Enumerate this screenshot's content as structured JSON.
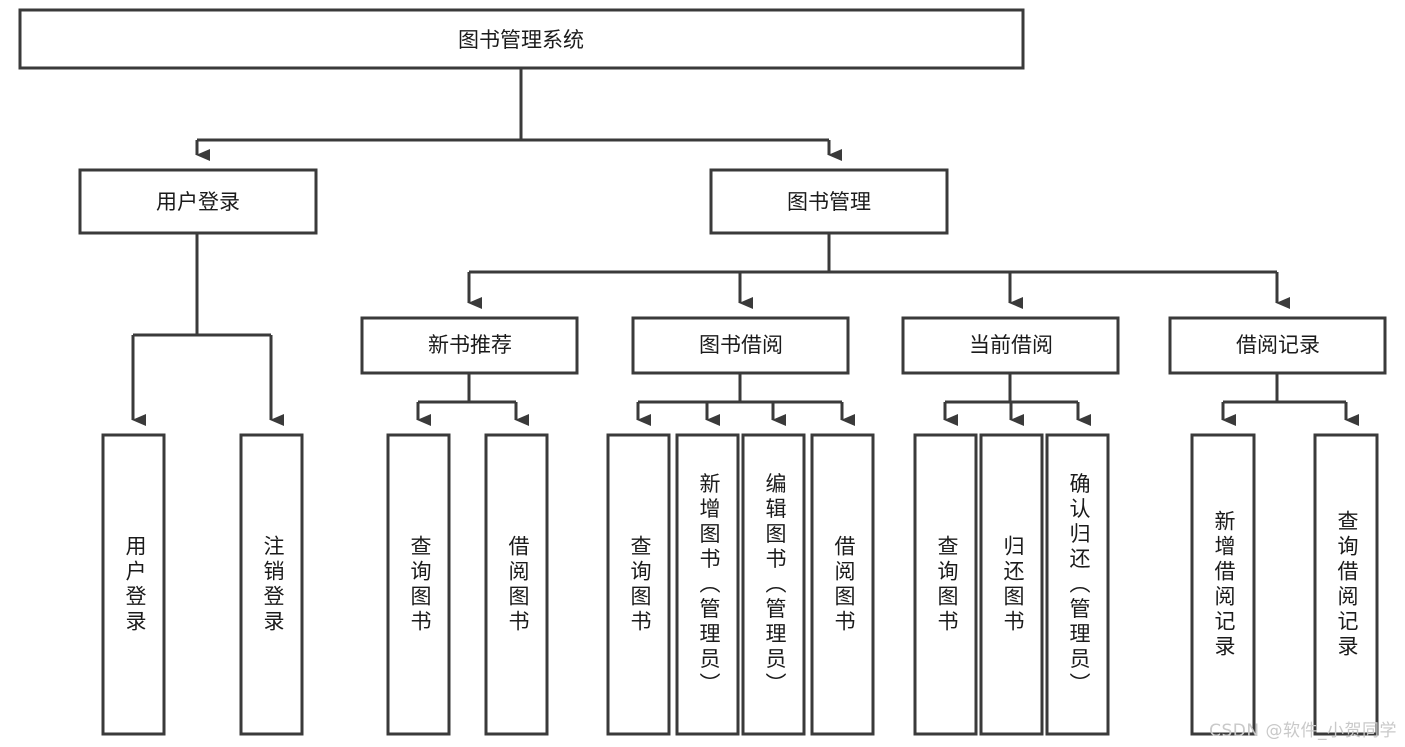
{
  "diagram": {
    "type": "tree",
    "title": "图书管理系统",
    "watermark": "CSDN @软件_小贺同学",
    "colors": {
      "box_stroke": "#3a3a3a",
      "box_fill": "#ffffff",
      "text": "#1b1b1b",
      "connector": "#3a3a3a",
      "watermark": "#c9c9c9",
      "background": "#ffffff"
    },
    "levels": {
      "root": {
        "label": "图书管理系统"
      },
      "level2": [
        {
          "label": "用户登录"
        },
        {
          "label": "图书管理"
        }
      ],
      "level3": [
        {
          "label": "新书推荐"
        },
        {
          "label": "图书借阅"
        },
        {
          "label": "当前借阅"
        },
        {
          "label": "借阅记录"
        }
      ],
      "leaves": {
        "user_login": [
          {
            "label": "用户登录"
          },
          {
            "label": "注销登录"
          }
        ],
        "new_book_recommend": [
          {
            "label": "查询图书"
          },
          {
            "label": "借阅图书"
          }
        ],
        "book_borrow": [
          {
            "label": "查询图书"
          },
          {
            "label": "新增图书（管理员）"
          },
          {
            "label": "编辑图书（管理员）"
          },
          {
            "label": "借阅图书"
          }
        ],
        "current_borrow": [
          {
            "label": "查询图书"
          },
          {
            "label": "归还图书"
          },
          {
            "label": "确认归还（管理员）"
          }
        ],
        "borrow_record": [
          {
            "label": "新增借阅记录"
          },
          {
            "label": "查询借阅记录"
          }
        ]
      }
    }
  }
}
